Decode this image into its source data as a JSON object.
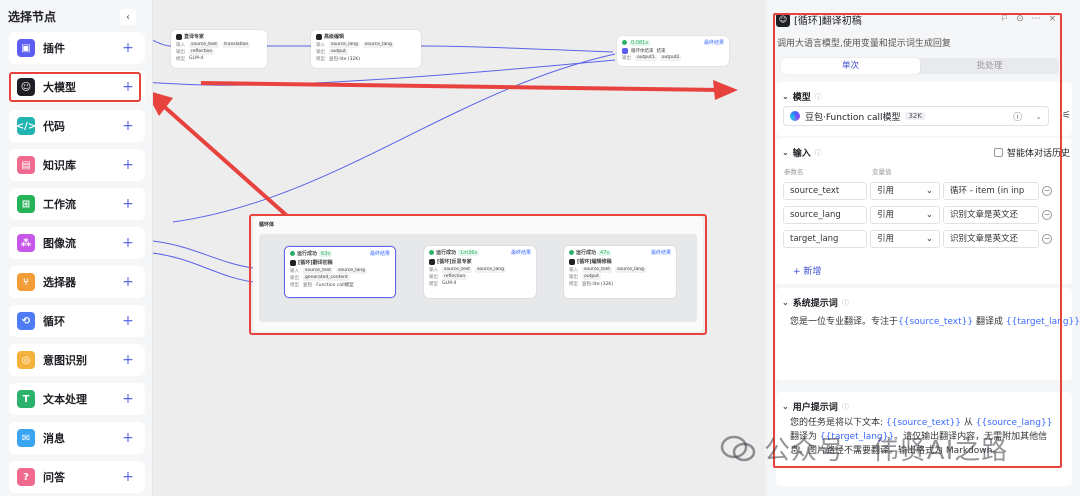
{
  "left_panel": {
    "title": "选择节点",
    "collapse_glyph": "‹",
    "items": [
      {
        "label": "插件",
        "icon": "plugin-icon",
        "color": "#5b5ef0",
        "glyph": "▣"
      },
      {
        "label": "大模型",
        "icon": "llm-icon",
        "color": "#1d1f24",
        "glyph": "☺"
      },
      {
        "label": "代码",
        "icon": "code-icon",
        "color": "#21b4b1",
        "glyph": "</>"
      },
      {
        "label": "知识库",
        "icon": "knowledge-icon",
        "color": "#f06a8f",
        "glyph": "▤"
      },
      {
        "label": "工作流",
        "icon": "workflow-icon",
        "color": "#26b35a",
        "glyph": "⊞"
      },
      {
        "label": "图像流",
        "icon": "imageflow-icon",
        "color": "#c657e8",
        "glyph": "⁂"
      },
      {
        "label": "选择器",
        "icon": "selector-icon",
        "color": "#f29d38",
        "glyph": "⑂"
      },
      {
        "label": "循环",
        "icon": "loop-icon",
        "color": "#4f7cf5",
        "glyph": "⟲"
      },
      {
        "label": "意图识别",
        "icon": "intent-icon",
        "color": "#f4b23a",
        "glyph": "◎"
      },
      {
        "label": "文本处理",
        "icon": "text-process-icon",
        "color": "#2cb36b",
        "glyph": "T"
      },
      {
        "label": "消息",
        "icon": "message-icon",
        "color": "#3aa4f0",
        "glyph": "✉"
      },
      {
        "label": "问答",
        "icon": "qa-icon",
        "color": "#f06a8f",
        "glyph": "?"
      }
    ],
    "plus_glyph": "+"
  },
  "canvas": {
    "nodes_top": [
      {
        "title": "直译专家",
        "in_label": "输入",
        "in_vals": [
          "source_text",
          "translation"
        ],
        "out_label": "输出",
        "out_val": "reflection",
        "model_label": "模型",
        "model_val": "GLM-4"
      },
      {
        "title": "高级编辑",
        "in_label": "输入",
        "in_vals": [
          "source_lang",
          "source_lang"
        ],
        "out_label": "输出",
        "out_val": "output",
        "model_label": "模型",
        "model_val": "豆包·lite (32K)"
      },
      {
        "title": "循环体结束",
        "badge": "0.081s",
        "tag": "最终结果",
        "sub": "结束",
        "in_label": "输出",
        "in_vals": [
          "output1",
          "output2"
        ]
      }
    ],
    "loop": {
      "title": "循环体",
      "nodes": [
        {
          "title": "[循环]翻译初稿",
          "status": "运行成功",
          "badge": "63s",
          "tag": "最终结果",
          "in_label": "输入",
          "in_vals": [
            "source_text",
            "source_lang"
          ],
          "out_label": "输出",
          "out_val": "generated_content",
          "model_label": "模型",
          "model_val": "豆包 · Function call模型"
        },
        {
          "title": "[循环]反思专家",
          "status": "运行成功",
          "badge": "1m36s",
          "tag": "最终结果",
          "in_label": "输入",
          "in_vals": [
            "source_text",
            "source_lang"
          ],
          "out_label": "输出",
          "out_val": "reflection",
          "model_label": "模型",
          "model_val": "GLM-4"
        },
        {
          "title": "[循环]编辑修稿",
          "status": "运行成功",
          "badge": "47s",
          "tag": "最终结果",
          "in_label": "输入",
          "in_vals": [
            "source_text",
            "source_lang"
          ],
          "out_label": "输出",
          "out_val": "output",
          "model_label": "模型",
          "model_val": "豆包·lite (32K)"
        }
      ]
    }
  },
  "right_panel": {
    "title": "[循环]翻译初稿",
    "description": "调用大语言模型,使用变量和提示词生成回复",
    "tools": [
      "⚐",
      "⊙",
      "⋯",
      "×"
    ],
    "tabs": [
      {
        "label": "单次",
        "active": true
      },
      {
        "label": "批处理",
        "active": false
      }
    ],
    "model_section": {
      "label": "模型",
      "model_name": "豆包·Function call模型",
      "model_badge": "32K"
    },
    "input_section": {
      "label": "输入",
      "history_label": "智能体对话历史",
      "col_param": "参数名",
      "col_value": "变量值",
      "rows": [
        {
          "name": "source_text",
          "type": "引用",
          "value": "循环 - item (in inp"
        },
        {
          "name": "source_lang",
          "type": "引用",
          "value": "识别文章是英文还"
        },
        {
          "name": "target_lang",
          "type": "引用",
          "value": "识别文章是英文还"
        }
      ],
      "add_label": "新增"
    },
    "system_section": {
      "label": "系统提示词",
      "text_before": "您是一位专业翻译。专注于",
      "var1": "{{source_text}}",
      "text_mid": " 翻译成 ",
      "var2": "{{target_lang}}",
      "text_after": "。"
    },
    "user_section": {
      "label": "用户提示词",
      "t1": "您的任务是将以下文本: ",
      "v1": "{{source_text}}",
      "t2": " 从 ",
      "v2": "{{source_lang}}",
      "t3": " 翻译为 ",
      "v3": "{{target_lang}}",
      "t4": "。请仅输出翻译内容，无需附加其他信息。图片路径不需要翻译。输出格式为 Markdown。"
    }
  },
  "watermark": "公众号 · 伟贤AI之路",
  "colors": {
    "highlight": "#e8423e",
    "accent": "#3a4ccf",
    "success": "#2db16a"
  }
}
